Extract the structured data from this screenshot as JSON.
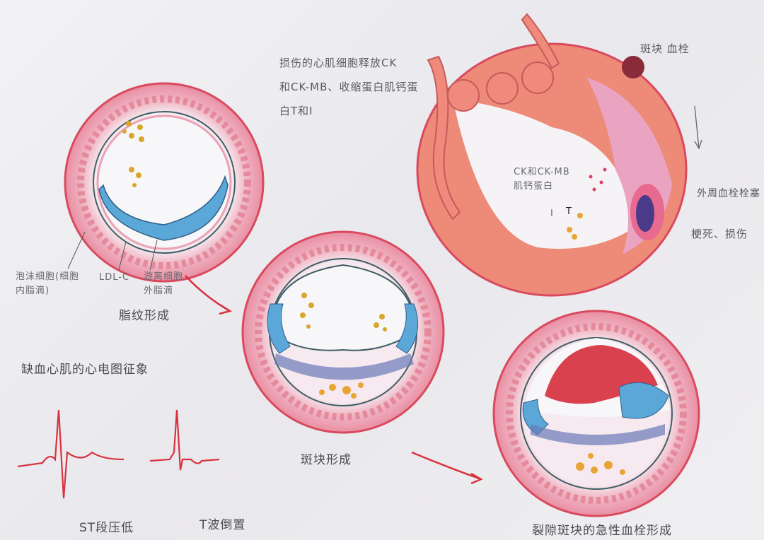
{
  "title_note": [
    "损伤的心肌细胞释放CK",
    "和CK-MB、收缩蛋白肌钙蛋",
    "白T和I"
  ],
  "heart": {
    "plaque_thrombus": "斑块 血栓",
    "enzymes": [
      "CK和CK-MB",
      "肌钙蛋白"
    ],
    "embolism": "外周血栓栓塞",
    "infarction": "梗死、损伤",
    "marker_i": "I",
    "marker_t": "T"
  },
  "fatty_streak": {
    "foam_cell": [
      "泡沫细胞(细胞",
      "内脂滴)"
    ],
    "ldl": "LDL-C",
    "free_lipid": [
      "游离细胞",
      "外脂滴"
    ],
    "caption": "脂纹形成"
  },
  "plaque": {
    "caption": "斑块形成"
  },
  "rupture": {
    "caption": "裂隙斑块的急性血栓形成"
  },
  "ecg": {
    "title": "缺血心肌的心电图征象",
    "st_label": "ST段压低",
    "t_label": "T波倒置"
  },
  "colors": {
    "vessel_wall": "#e9a3b4",
    "vessel_edge": "#d94a5e",
    "lipid": "#d9a52a",
    "foam": "#5aa7d8",
    "muscle": "#ee8a78",
    "thrombus": "#d9414f"
  }
}
